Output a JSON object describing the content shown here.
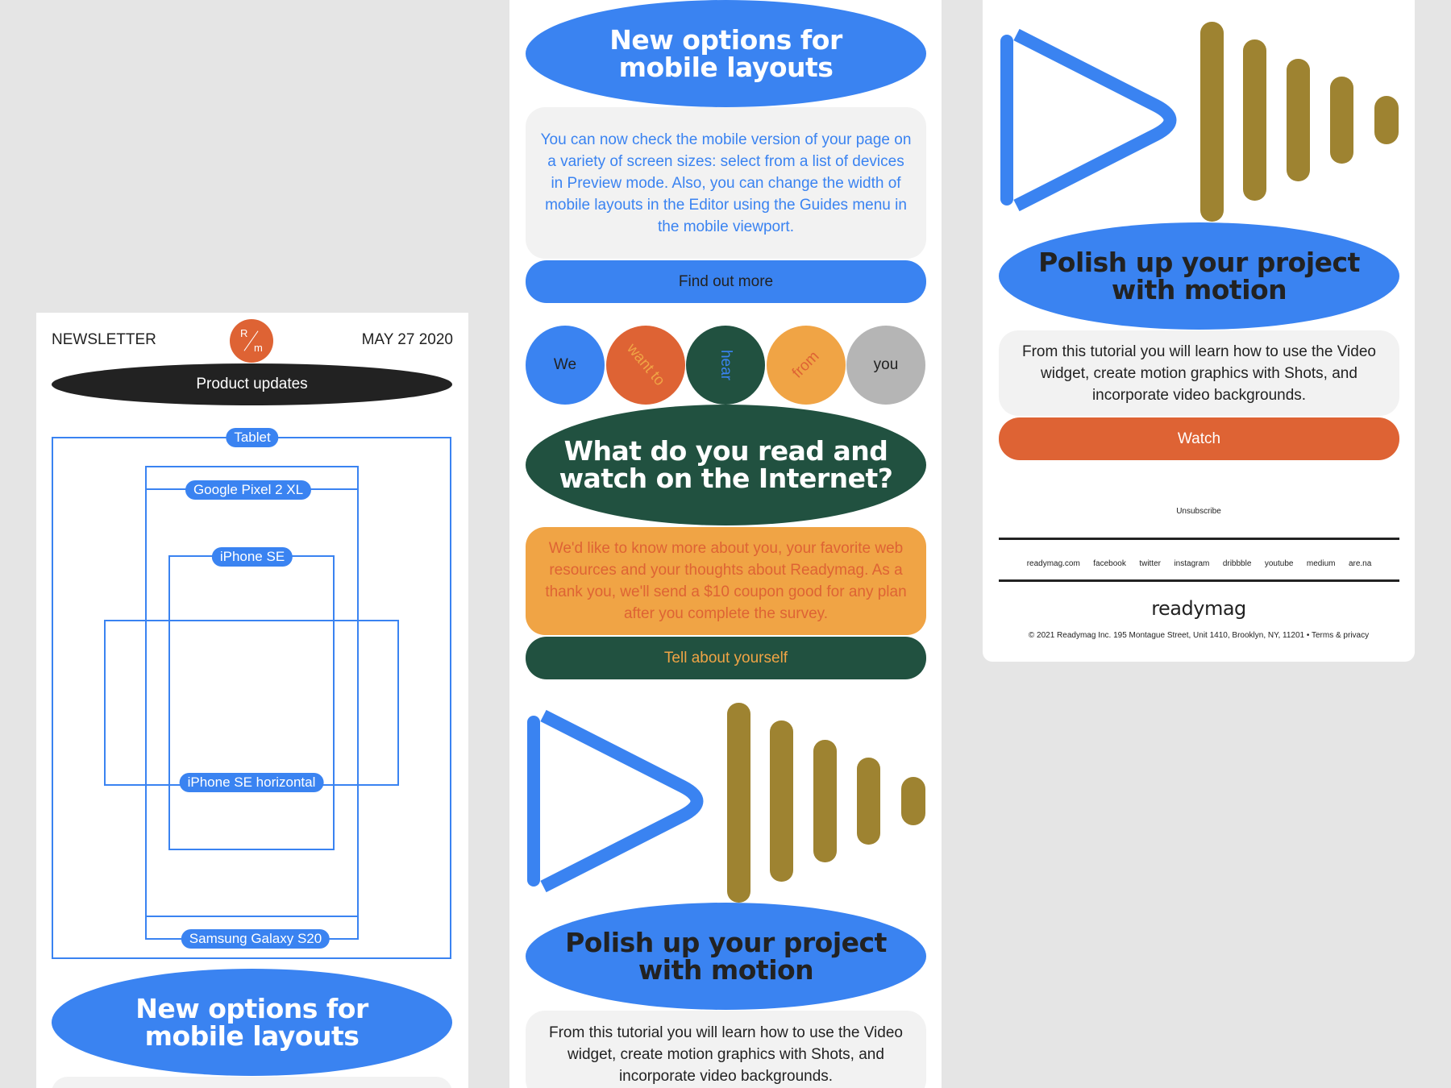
{
  "colors": {
    "blue": "#3a83f1",
    "orange": "#de6334",
    "dark_green": "#215140",
    "light_orange": "#f0a445",
    "gray": "#b5b5b5",
    "olive": "#9e8331",
    "card_gray": "#f2f2f2",
    "black": "#222222"
  },
  "panel1": {
    "newsletter_label": "NEWSLETTER",
    "logo_top": "R",
    "logo_bottom": "m",
    "date": "MAY 27 2020",
    "product_updates": "Product updates",
    "devices": {
      "tablet": "Tablet",
      "pixel": "Google Pixel 2 XL",
      "iphone_se": "iPhone SE",
      "iphone_se_horizontal": "iPhone SE horizontal",
      "samsung": "Samsung Galaxy S20"
    },
    "mobile_title": "New options for mobile layouts"
  },
  "panel2": {
    "mobile_title": "New options for mobile layouts",
    "mobile_text": "You can now check the mobile version of your page on a variety of screen sizes: select from a list of devices in Preview mode. Also, you can change the width of mobile layouts in the Editor using the Guides menu in the mobile viewport.",
    "find_out_more": "Find out more",
    "circles": [
      "We",
      "want to",
      "hear",
      "from",
      "you"
    ],
    "read_title": "What do you read and watch on the Internet?",
    "survey_text": "We'd like to know more about you, your favorite web resources and your thoughts about Readymag. As a thank you, we'll send a $10 coupon good for any plan after you complete the survey.",
    "tell_button": "Tell about yourself",
    "motion_title": "Polish up your project with motion",
    "motion_text": "From this tutorial you will learn how to use the Video widget, create motion graphics with Shots, and incorporate video backgrounds."
  },
  "panel3": {
    "motion_title": "Polish up your project with motion",
    "motion_text": "From this tutorial you will learn how to use the Video widget, create motion graphics with Shots, and incorporate video backgrounds.",
    "watch_button": "Watch",
    "unsubscribe": "Unsubscribe",
    "footer_links": [
      "readymag.com",
      "facebook",
      "twitter",
      "instagram",
      "dribbble",
      "youtube",
      "medium",
      "are.na"
    ],
    "brand": "readymag",
    "copyright": "© 2021 Readymag Inc. 195 Montague Street, Unit 1410, Brooklyn, NY, 11201 • Terms & privacy"
  }
}
